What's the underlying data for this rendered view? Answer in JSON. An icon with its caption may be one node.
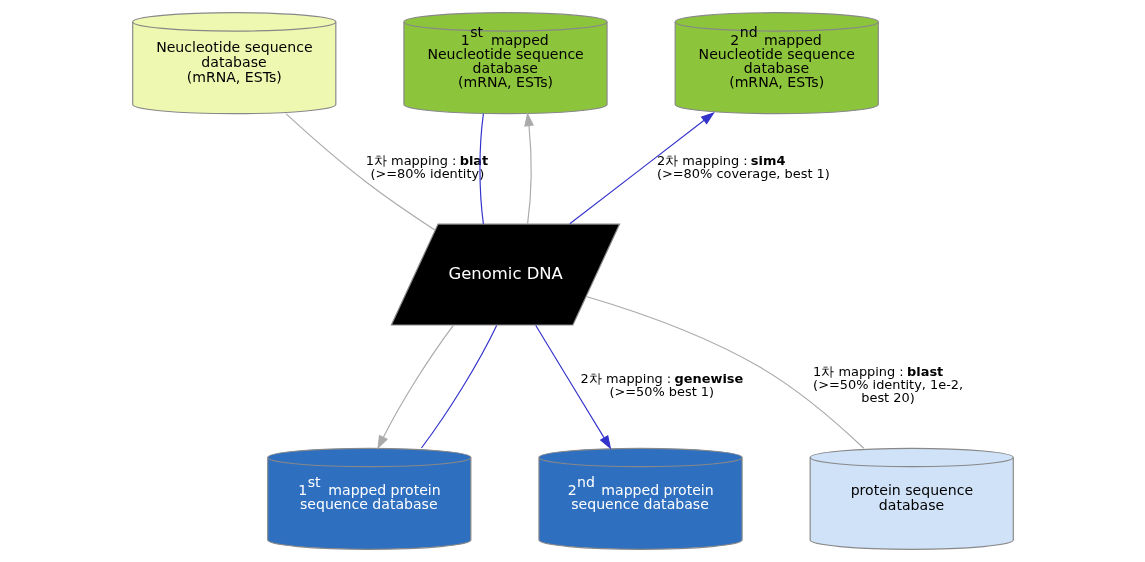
{
  "diagram": {
    "nodes": [
      {
        "text": [
          "Neucleotide sequence database",
          "(mRNA, ESTs)"
        ]
      },
      {
        "text": [
          "1$^{st}$ mapped Neucleotide sequence database",
          "(mRNA, ESTs)"
        ]
      },
      {
        "text": [
          "2$^{nd}$ mapped Neucleotide sequence database",
          "(mRNA, ESTs)"
        ]
      },
      {
        "text": [
          "Genomic DNA"
        ]
      },
      {
        "text": [
          "protein sequence database"
        ]
      },
      {
        "text": [
          "1$^{st}$ mapped protein sequence database"
        ]
      },
      {
        "text": [
          "2$^{nd}$ mapped protein sequence database"
        ]
      }
    ],
    "edges": [
      {
        "from": 0,
        "to": 3,
        "arrow": "none",
        "label": "1차 mapping : **blat** (>=80% identity)"
      },
      {
        "from": 4,
        "to": 3,
        "arrow": "none",
        "label": "1차 mapping : **blast** (>=50% identity, 1e-2, best 20)"
      },
      {
        "from": 3,
        "to": 1,
        "arrow": "to"
      },
      {
        "from": 3,
        "to": 5,
        "arrow": "to"
      },
      {
        "from": 1,
        "to": 3,
        "arrow": "none",
        "color": "#3333cc"
      },
      {
        "from": 5,
        "to": 3,
        "arrow": "none",
        "color": "#3333cc"
      },
      {
        "from": 3,
        "to": 2,
        "arrow": "to",
        "color": "#3333cc",
        "label": "2차 mapping : **sim4** (>=80% coverage, best 1)"
      },
      {
        "from": 3,
        "to": 6,
        "arrow": "to",
        "color": "#3333cc",
        "label": "2차 mapping : **genewise** (>=50% best 1)"
      }
    ]
  }
}
